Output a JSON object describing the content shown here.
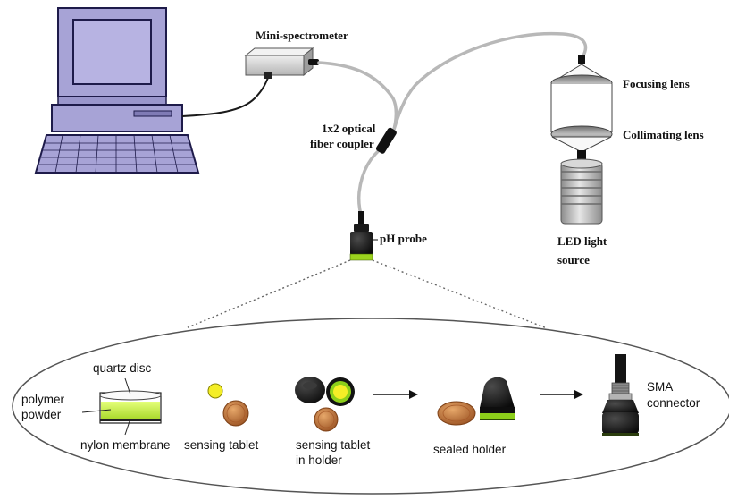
{
  "labels": {
    "mini_spectrometer": "Mini-spectrometer",
    "coupler_line1": "1x2 optical",
    "coupler_line2": "fiber coupler",
    "focusing_lens": "Focusing lens",
    "collimating_lens": "Collimating lens",
    "led_line1": "LED light",
    "led_line2": "source",
    "ph_probe": "pH probe"
  },
  "detail": {
    "quartz_disc": "quartz disc",
    "polymer_line1": "polymer",
    "polymer_line2": "powder",
    "nylon_membrane": "nylon membrane",
    "sensing_tablet": "sensing tablet",
    "tablet_holder_line1": "sensing tablet",
    "tablet_holder_line2": "in holder",
    "sealed_holder": "sealed holder",
    "sma_line1": "SMA",
    "sma_line2": "connector"
  },
  "colors": {
    "computer_fill": "#a7a3d6",
    "computer_stroke": "#1e1b4a",
    "fiber": "#b8b8b8",
    "polymer_green": "#c6f24a",
    "lens_gray": "#8a8a8a",
    "coin_copper": "#c77a3a"
  }
}
